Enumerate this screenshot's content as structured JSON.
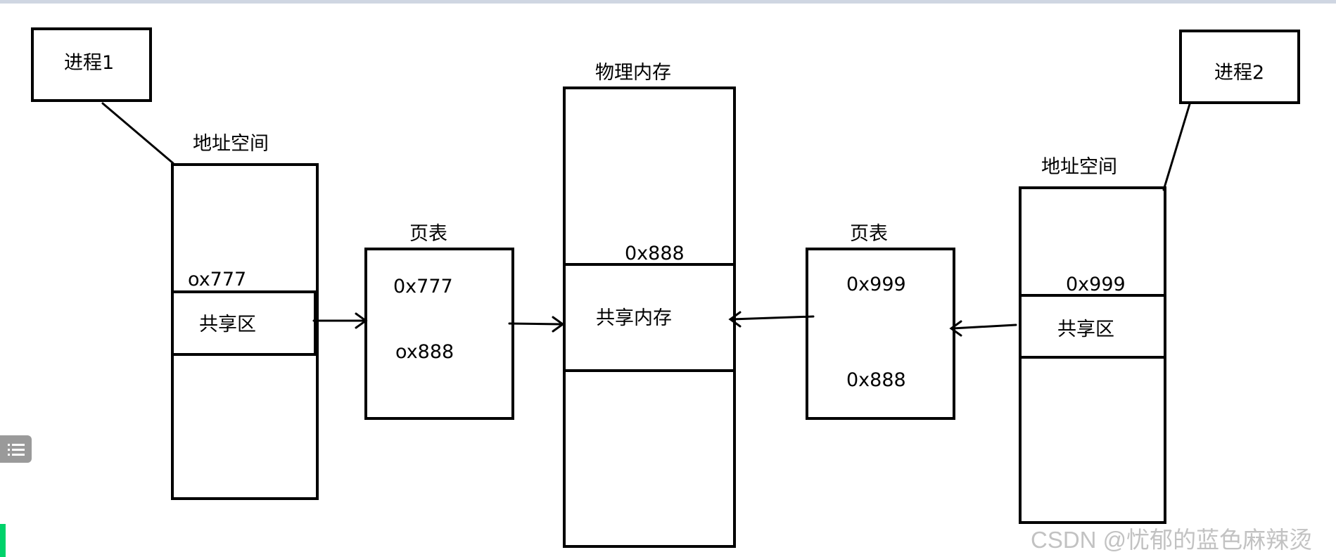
{
  "process1": {
    "label": "进程1"
  },
  "process2": {
    "label": "进程2"
  },
  "left_address_space": {
    "title": "地址空间",
    "address": "ox777",
    "shared": "共享区"
  },
  "left_page_table": {
    "title": "页表",
    "virtual": "0x777",
    "physical": "ox888"
  },
  "physical_memory": {
    "title": "物理内存",
    "address": "0x888",
    "shared": "共享内存"
  },
  "right_page_table": {
    "title": "页表",
    "virtual": "0x999",
    "physical": "0x888"
  },
  "right_address_space": {
    "title": "地址空间",
    "address": "0x999",
    "shared": "共享区"
  },
  "toc_button": {
    "icon": "list-icon"
  },
  "watermark": {
    "text": "CSDN @忧郁的蓝色麻辣烫"
  }
}
